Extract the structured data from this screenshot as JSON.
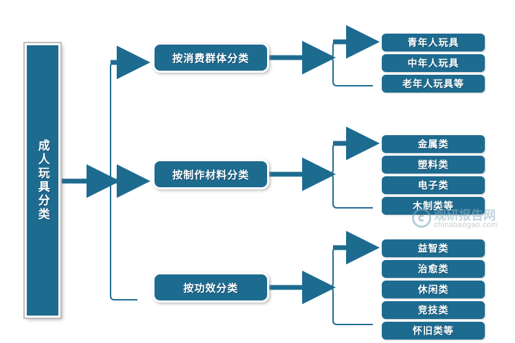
{
  "diagram": {
    "title": "成人玩具分类",
    "accent_color": "#1E6B90",
    "background_color": "#FFFFFF",
    "root": {
      "label": "成人玩具分类"
    },
    "branches": [
      {
        "label": "按消费群体分类",
        "leaves": [
          {
            "label": "青年人玩具"
          },
          {
            "label": "中年人玩具"
          },
          {
            "label": "老年人玩具等"
          }
        ]
      },
      {
        "label": "按制作材料分类",
        "leaves": [
          {
            "label": "金属类"
          },
          {
            "label": "塑料类"
          },
          {
            "label": "电子类"
          },
          {
            "label": "木制类等"
          }
        ]
      },
      {
        "label": "按功效分类",
        "leaves": [
          {
            "label": "益智类"
          },
          {
            "label": "治愈类"
          },
          {
            "label": "休闲类"
          },
          {
            "label": "竞技类"
          },
          {
            "label": "怀旧类等"
          }
        ]
      }
    ]
  },
  "watermark": {
    "name_cn": "观研报告网",
    "site": "chinabaogao.com"
  }
}
